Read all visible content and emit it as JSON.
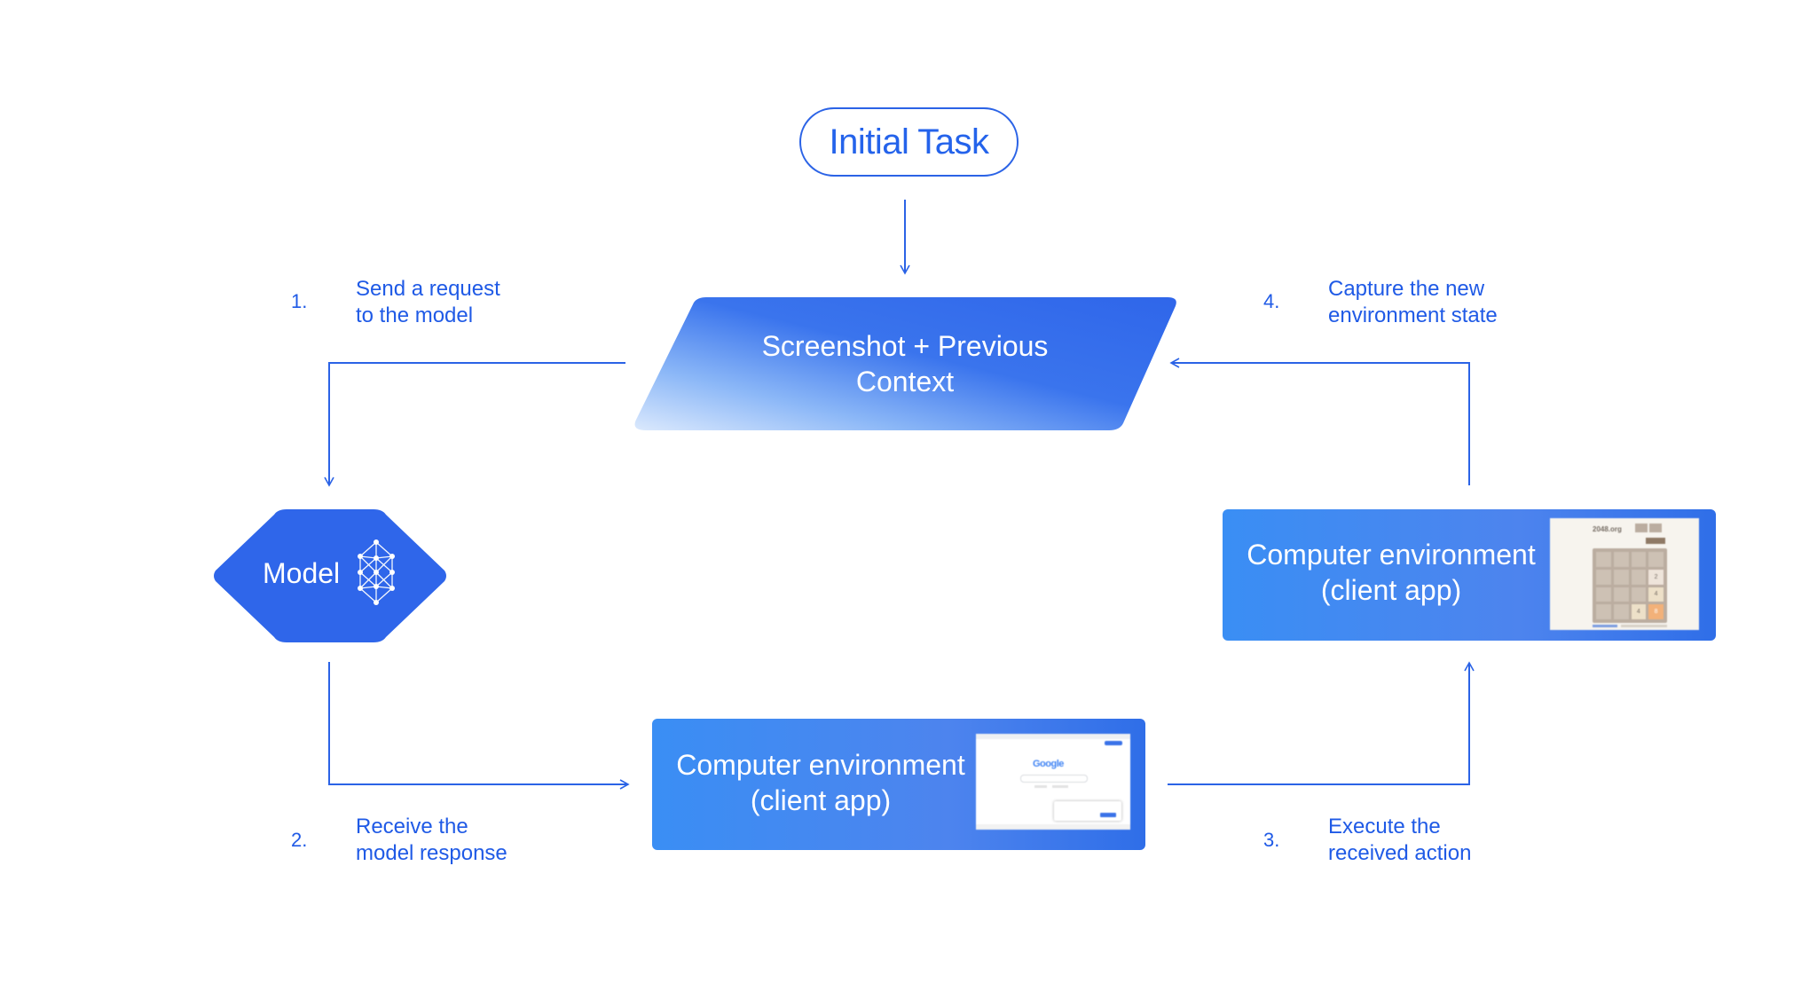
{
  "initial_task": {
    "label": "Initial Task"
  },
  "context": {
    "line1": "Screenshot + Previous",
    "line2": "Context"
  },
  "model": {
    "label": "Model"
  },
  "env_bottom": {
    "line1": "Computer environment",
    "line2": "(client app)"
  },
  "env_right": {
    "line1": "Computer environment",
    "line2": "(client app)"
  },
  "thumb_google": {
    "logo": "Google"
  },
  "thumb_2048": {
    "title": "2048.org",
    "tiles": [
      "2",
      "4",
      "4",
      "8"
    ]
  },
  "steps": [
    {
      "number": "1.",
      "line1": "Send a request",
      "line2": "to the model"
    },
    {
      "number": "2.",
      "line1": "Receive the",
      "line2": "model response"
    },
    {
      "number": "3.",
      "line1": "Execute the",
      "line2": "received action"
    },
    {
      "number": "4.",
      "line1": "Capture the new",
      "line2": "environment state"
    }
  ],
  "colors": {
    "accent": "#2463eb",
    "connector": "#2b63e6",
    "box_light": "#3a8ef4",
    "box_dark": "#2f6ee8"
  }
}
